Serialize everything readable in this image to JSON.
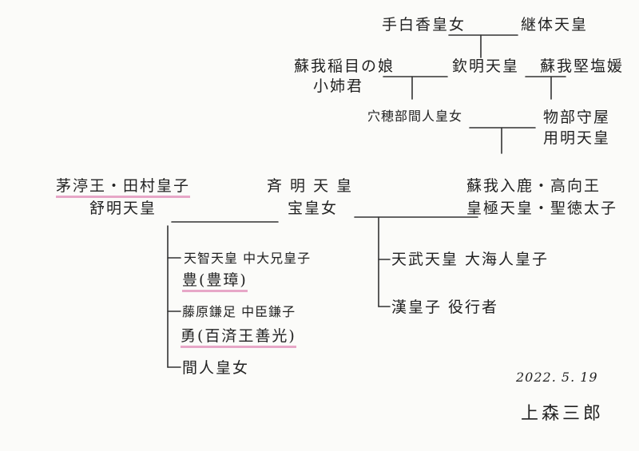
{
  "top": {
    "tashiraka": "手白香皇女",
    "keitai": "継体天皇",
    "soga_iname_daughter": "蘇我稲目の娘",
    "oane": "小姉君",
    "kinmei": "欽明天皇",
    "soga_kitashihime": "蘇我堅塩媛",
    "anahobe": "穴穂部間人皇女",
    "mononobe": "物部守屋",
    "yomei": "用明天皇"
  },
  "middle": {
    "chinu_prince": "茅渟王・田村皇子",
    "jomei": "舒明天皇",
    "saimei": "斉 明 天 皇",
    "takara": "宝皇女",
    "soga_iruka": "蘇我入鹿・高向王",
    "kogyoku": "皇極天皇・聖徳太子"
  },
  "children_left": {
    "tenji": "天智天皇  中大兄皇子",
    "feng": "豊(豊璋)",
    "fujiwara": "藤原鎌足  中臣鎌子",
    "yong": "勇(百済王善光)",
    "hashihito": "間人皇女"
  },
  "children_right": {
    "tenmu": "天武天皇  大海人皇子",
    "aya": "漢皇子  役行者"
  },
  "footer": {
    "date": "2022. 5. 19",
    "author": "上森三郎"
  },
  "colors": {
    "ink": "#222222",
    "underline": "#e7a7c7",
    "paper": "#fbfbf9"
  }
}
